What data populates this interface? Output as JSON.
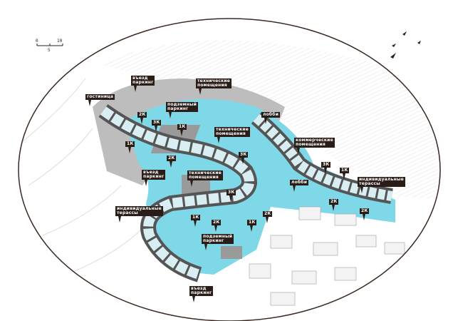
{
  "scale": {
    "zero": "0",
    "ten": "10",
    "five": "5"
  },
  "colors": {
    "plaza": "#7fd8e8",
    "units": "#1a9fb0",
    "frame": "#3a2a22"
  },
  "labels": {
    "entry_parking_1": "въезд\nпаркинг",
    "technical_1": "технические\nпомещения",
    "hotel": "гостиница",
    "underground_parking_1": "подземный\nпаркинг",
    "u2k_1": "2К",
    "u3k_1": "3К",
    "u1k_1": "1К",
    "technical_2": "технические\nпомещения",
    "u1k_2": "1К",
    "u2k_2": "2К",
    "u3k_2": "3К",
    "lobby_1": "лобби",
    "commercial": "коммерческие\nпомещения",
    "u3k_3": "3К",
    "u1k_3": "1К",
    "terraces_1": "индивидуальные\nтерассы",
    "lobby_2": "лобби",
    "u2k_3": "2К",
    "u2k_4": "2К",
    "entry_parking_2": "въезд\nпаркинг",
    "technical_3": "технические\nпомещения",
    "u3k_4": "3К",
    "terraces_2": "индивидуальные\nтерассы",
    "u1k_4": "1К",
    "u2k_5": "2К",
    "u1k_5": "1К",
    "u2k_6": "2К",
    "underground_parking_2": "подземный\nпаркинг",
    "entry_parking_3": "въезд\nпаркинг"
  }
}
